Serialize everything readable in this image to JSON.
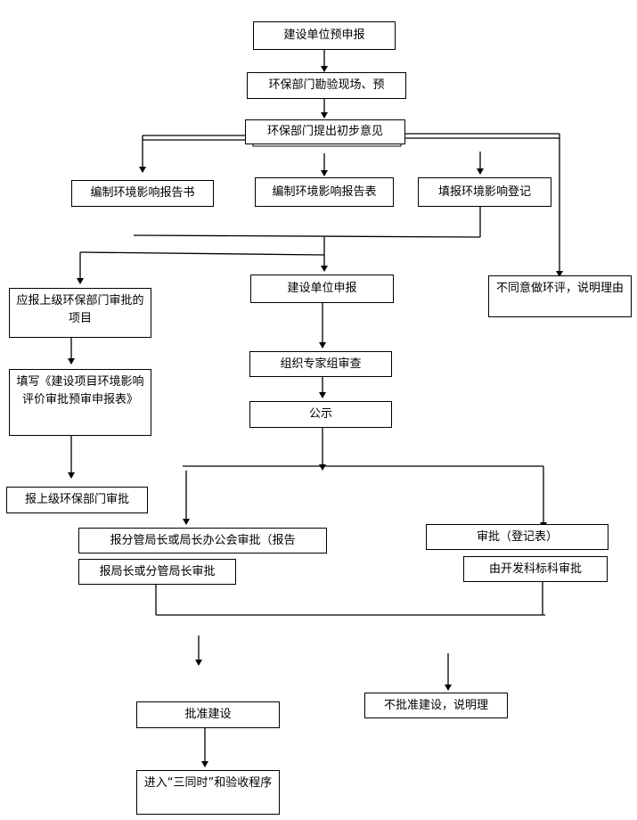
{
  "nodes": {
    "n1": "建设单位预申报",
    "n2": "环保部门勘验现场、预",
    "n3": "环保部门提出初步意见",
    "n4": "编制环境影响报告书",
    "n5": "编制环境影响报告表",
    "n6": "填报环境影响登记",
    "n7": "应报上级环保部门审批的项目",
    "n8": "建设单位申报",
    "n9": "不同意做环评，说明理由",
    "n10": "组织专家组审查",
    "n11": "填写《建设项目环境影响评价审批预审申报表》",
    "n12": "公示",
    "n13": "报上级环保部门审批",
    "n14": "报分管局长或局长办公会审批（报告",
    "n15": "审批（登记表）",
    "n16": "报局长或分管局长审批",
    "n17": "由开发科标科审批",
    "n18": "批准建设",
    "n19": "不批准建设，说明理",
    "n20": "进入“三同时”和验收程序"
  }
}
